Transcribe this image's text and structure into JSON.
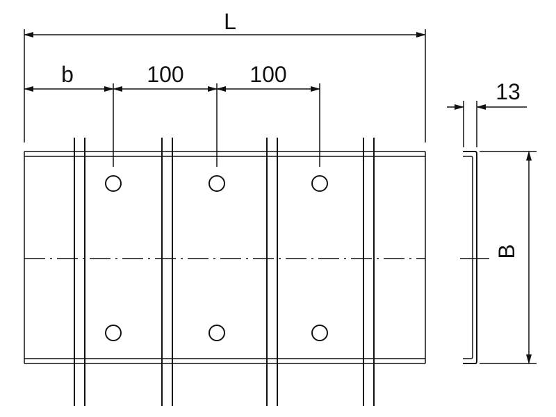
{
  "dimensions": {
    "overall_length": "L",
    "offset": "b",
    "pitch_1": "100",
    "pitch_2": "100",
    "flange": "13",
    "width": "B"
  },
  "colors": {
    "line": "#111111",
    "background": "#ffffff"
  }
}
